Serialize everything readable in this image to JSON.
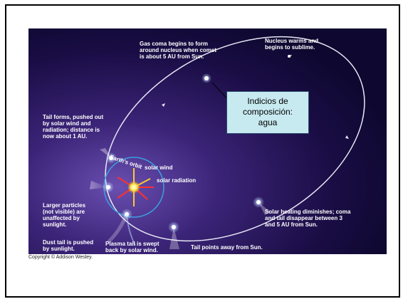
{
  "labels": {
    "gas_coma": "Gas coma begins to form\naround nucleus when comet\nis about 5 AU from Sun.",
    "nucleus_warms": "Nucleus warms and\nbegins to sublime.",
    "tail_forms": "Tail forms, pushed out\nby solar wind and\nradiation; distance is\nnow about 1 AU.",
    "earths_orbit": "Earth's orbit",
    "solar_wind": "solar wind",
    "solar_radiation": "solar radiation",
    "larger_particles": "Larger particles\n(not visible) are\nunaffected by\nsunlight.",
    "solar_heating": "Solar heating diminishes; coma\nand tail disappear between 3\nand 5 AU from Sun.",
    "dust_tail": "Dust tail is pushed\nby sunlight.",
    "plasma_tail": "Plasma tail is swept\nback by solar wind.",
    "tail_points": "Tail points away from Sun."
  },
  "callout": "Indicios de\ncomposición:\nagua",
  "copyright": "Copyright © Addison Wesley.",
  "colors": {
    "space_dark": "#140a35",
    "space_purple": "#5a3e9e",
    "orbit": "#e8e8f5",
    "earth_orbit": "#3aa0e0",
    "sun": "#ffe94a",
    "radiation_arrow": "#ff3030",
    "wind_arrow": "#ffc830",
    "callout_bg": "#c7eaf0"
  }
}
